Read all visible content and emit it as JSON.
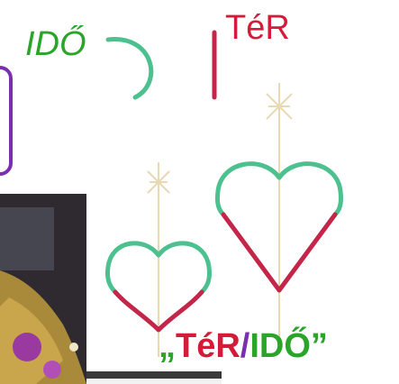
{
  "labels": {
    "ido": "IDŐ",
    "ter": "TéR"
  },
  "caption": {
    "open_quote": "„",
    "ter": "TéR",
    "slash": "/",
    "ido": "IDŐ",
    "close_quote": "”"
  },
  "colors": {
    "green": "#2aa52a",
    "red": "#d21c3a",
    "purple": "#7a2fb0",
    "heart_green": "#4cc08e",
    "heart_red": "#c4264a",
    "stem": "#e8d9b5"
  }
}
